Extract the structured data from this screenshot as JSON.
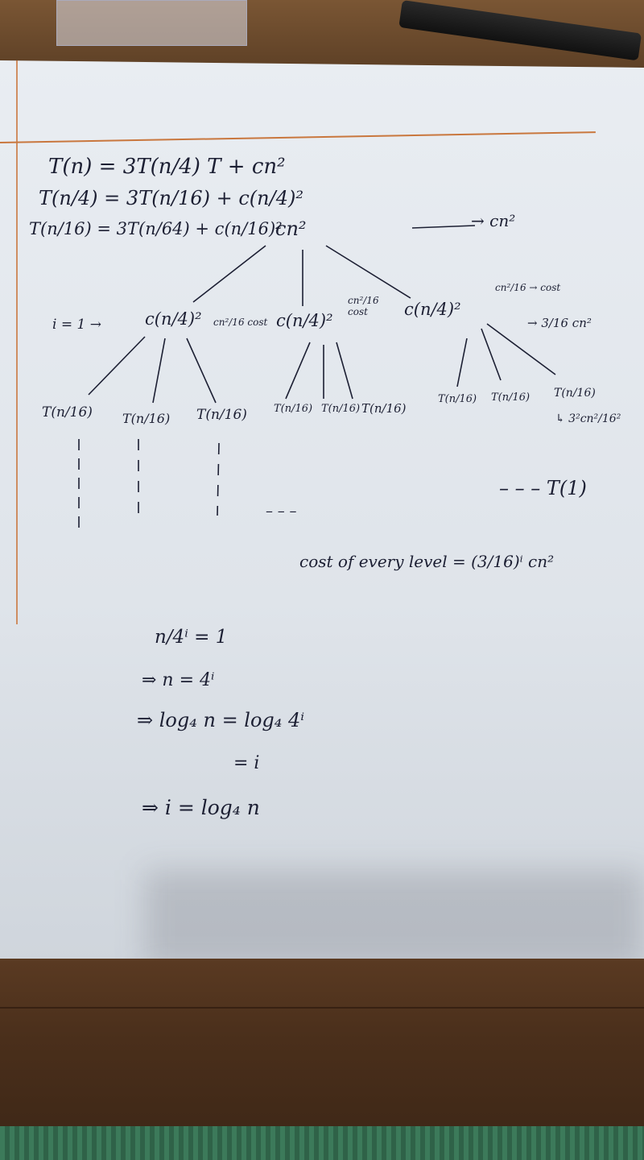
{
  "equations": {
    "line1": "T(n) = 3T(n/4) T + cn²",
    "line2": "T(n/4) = 3T(n/16) + c(n/4)²",
    "line3": "T(n/16) = 3T(n/64) + c(n/16)²"
  },
  "tree": {
    "root": "cn²",
    "root_cost": "→ cn²",
    "level_label": "i = 1 →",
    "level1_nodes": [
      "c(n/4)²",
      "c(n/4)²",
      "c(n/4)²"
    ],
    "level1_annotations": [
      "cn²/16 cost",
      "cn²/16 cost",
      "cn²/16 → cost"
    ],
    "level1_total": "→ 3/16 cn²",
    "level2_nodes": [
      "T(n/16)",
      "T(n/16)",
      "T(n/16)",
      "T(n/16)",
      "T(n/16)",
      "T(n/16)",
      "T(n/16)",
      "T(n/16)",
      "T(n/16)"
    ],
    "level2_annotation": "↳ 3²cn²/16²",
    "ellipsis": "– – –",
    "leaf": "– – – T(1)"
  },
  "level_cost": "cost of every level = (3/16)ⁱ cn²",
  "derivation": {
    "step1": "n/4ⁱ = 1",
    "step2": "⇒ n = 4ⁱ",
    "step3": "⇒ log₄ n = log₄ 4ⁱ",
    "step4": "= i",
    "step5": "⇒ i = log₄ n"
  }
}
